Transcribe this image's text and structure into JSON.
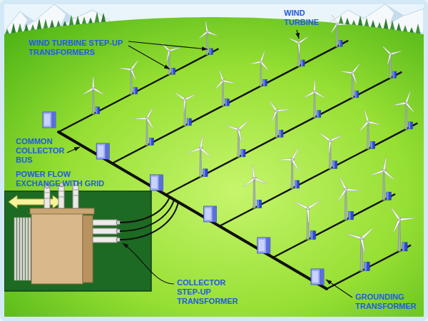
{
  "diagram": {
    "labels": [
      "WIND TURBINE STEP-UP TRANSFORMERS",
      "WIND TURBINE",
      "COMMON COLLECTOR BUS",
      "POWER FLOW EXCHANGE WITH GRID",
      "COLLECTOR STEP-UP TRANSFORMER",
      "GROUNDING TRANSFORMER"
    ]
  }
}
